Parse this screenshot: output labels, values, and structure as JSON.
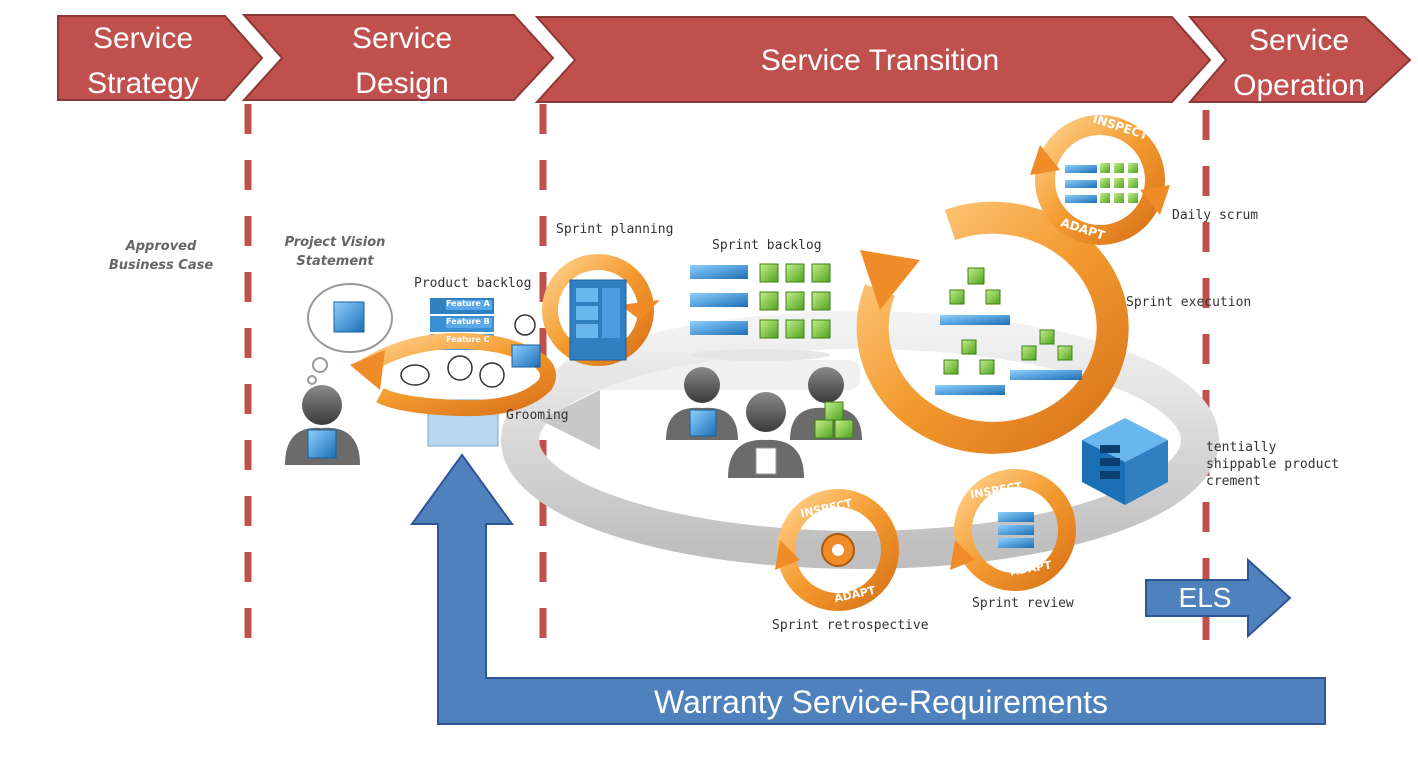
{
  "phases": [
    {
      "id": "strategy",
      "line1": "Service",
      "line2": "Strategy"
    },
    {
      "id": "design",
      "line1": "Service",
      "line2": "Design"
    },
    {
      "id": "transition",
      "line1": "Service Transition",
      "line2": ""
    },
    {
      "id": "operation",
      "line1": "Service",
      "line2": "Operation"
    }
  ],
  "annotations": {
    "approved_business_case": {
      "line1": "Approved",
      "line2": "Business Case"
    },
    "project_vision": {
      "line1": "Project Vision",
      "line2": "Statement"
    },
    "product_backlog": "Product backlog",
    "features": [
      "Feature A",
      "Feature B",
      "Feature C"
    ],
    "grooming": "Grooming",
    "sprint_planning": "Sprint planning",
    "sprint_backlog": "Sprint backlog",
    "daily_scrum": "Daily scrum",
    "sprint_execution": "Sprint execution",
    "increment": {
      "line1": "tentially",
      "line2": "shippable product",
      "line3": "crement"
    },
    "sprint_review": "Sprint review",
    "sprint_retrospective": "Sprint retrospective",
    "inspect": "INSPECT",
    "adapt": "ADAPT"
  },
  "els_label": "ELS",
  "warranty_label": "Warranty Service-Requirements",
  "colors": {
    "phase_fill": "#c0504d",
    "phase_stroke": "#8c3836",
    "dashed_line": "#c0504d",
    "blue_arrow": "#4f81bd",
    "blue_arrow_stroke": "#2f5597",
    "orange": "#f08c28",
    "green": "#7dc243",
    "cube_blue": "#2f7fc1",
    "ring_gray": "#d9d9d9"
  }
}
